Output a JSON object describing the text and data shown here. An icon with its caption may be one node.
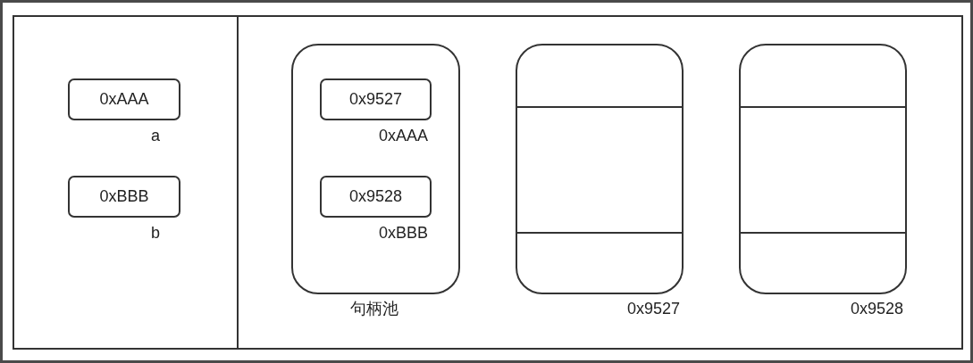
{
  "diagram": {
    "nodes": [
      {
        "text": [],
        "shape": "box"
      },
      {
        "text": [
          "0xAAA"
        ],
        "beside": [
          "a"
        ],
        "in": 0
      },
      {
        "text": [
          "0xBBB"
        ],
        "beside": [
          "b"
        ],
        "in": 0
      },
      {
        "text": [],
        "shape": "box"
      },
      {
        "text": [],
        "shape": "box",
        "beside": [
          "句柄池"
        ],
        "in": 3
      },
      {
        "text": [
          "0x9527"
        ],
        "beside": [
          "0xAAA"
        ],
        "in": 4
      },
      {
        "text": [
          "0x9528"
        ],
        "beside": [
          "0xBBB"
        ],
        "in": 4
      },
      {
        "text": [],
        "shape": "box",
        "beside": [
          "0x9527"
        ],
        "in": 3
      },
      {
        "text": [],
        "shape": "box",
        "beside": [
          "0x9528"
        ],
        "in": 3
      }
    ],
    "edges": []
  }
}
